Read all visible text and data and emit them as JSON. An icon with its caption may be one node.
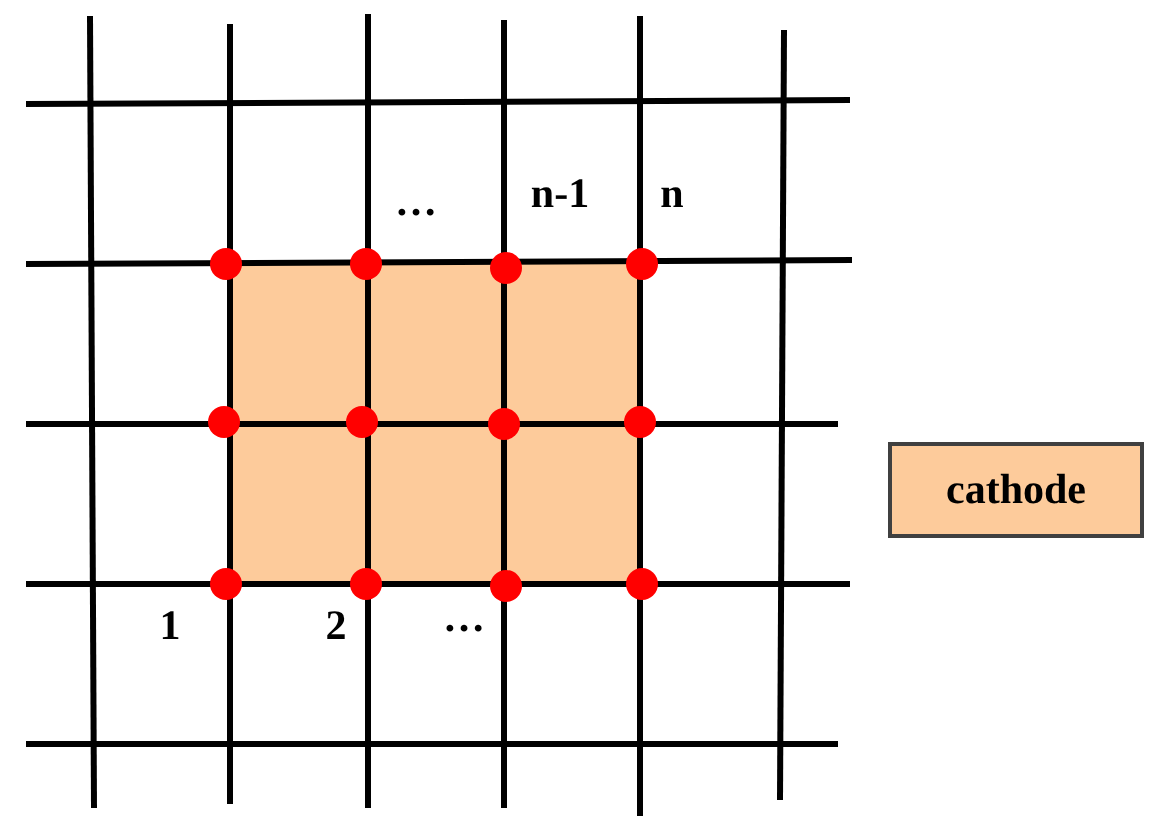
{
  "diagram": {
    "labels": [
      "…",
      "n-1",
      "n",
      "1",
      "2",
      "…"
    ],
    "legend": [
      {
        "text": "cathode",
        "color": "#fdcb9b"
      }
    ]
  }
}
